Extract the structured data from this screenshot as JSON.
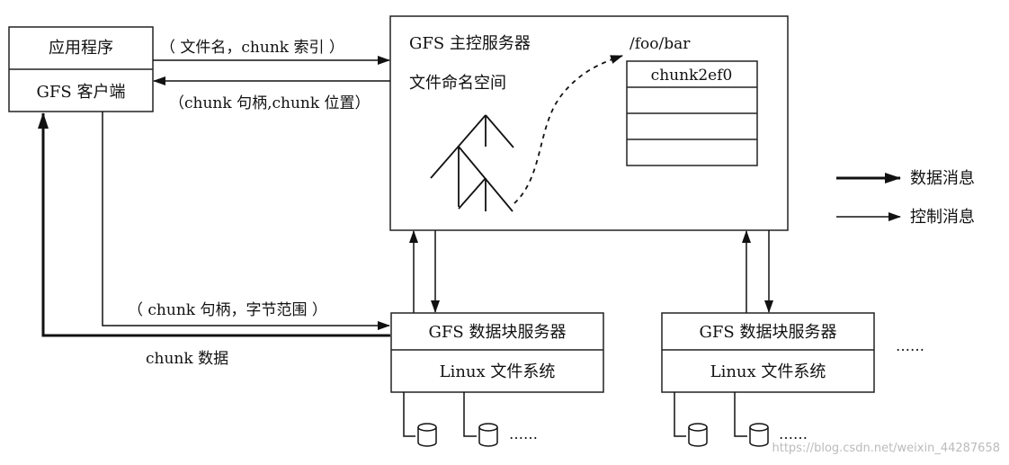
{
  "client": {
    "app_label": "应用程序",
    "client_label": "GFS 客户端"
  },
  "master": {
    "title": "GFS 主控服务器",
    "namespace_label": "文件命名空间",
    "file_path": "/foo/bar",
    "chunk_table": [
      "chunk2ef0",
      "",
      "",
      ""
    ]
  },
  "messages": {
    "request_to_master": "（ 文件名，chunk 索引 ）",
    "reply_from_master": "（chunk 句柄,chunk 位置）",
    "request_to_chunkserver": "（ chunk 句柄，字节范围 ）",
    "chunk_data": "chunk 数据"
  },
  "chunkservers": [
    {
      "title": "GFS 数据块服务器",
      "fs": "Linux 文件系统",
      "more_disks": "……"
    },
    {
      "title": "GFS 数据块服务器",
      "fs": "Linux 文件系统",
      "more_disks": "……"
    }
  ],
  "more_servers": "……",
  "legend": {
    "data_message": "数据消息",
    "control_message": "控制消息"
  },
  "watermark": "https://blog.csdn.net/weixin_44287658"
}
